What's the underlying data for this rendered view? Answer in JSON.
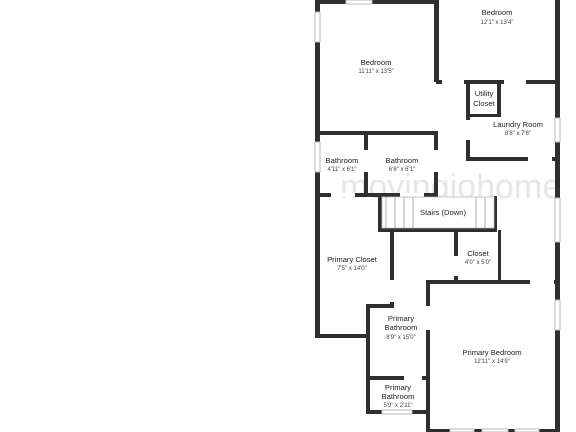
{
  "watermark": "movingiohome",
  "rooms": [
    {
      "id": "bedroom-top-right",
      "name": "Bedroom",
      "dims": "12'1\" x 13'4\""
    },
    {
      "id": "bedroom-left",
      "name": "Bedroom",
      "dims": "11'11\" x 13'5\""
    },
    {
      "id": "utility-closet",
      "name": "Utility\nCloset",
      "dims": ""
    },
    {
      "id": "laundry-room",
      "name": "Laundry Room",
      "dims": "8'8\" x 7'6\""
    },
    {
      "id": "bathroom-left",
      "name": "Bathroom",
      "dims": "4'11\" x 6'1\""
    },
    {
      "id": "bathroom-mid",
      "name": "Bathroom",
      "dims": "6'8\" x 6'1\""
    },
    {
      "id": "stairs",
      "name": "Stairs (Down)",
      "dims": ""
    },
    {
      "id": "closet",
      "name": "Closet",
      "dims": "4'0\" x 5'0\""
    },
    {
      "id": "primary-closet",
      "name": "Primary Closet",
      "dims": "7'5\" x 14'0\""
    },
    {
      "id": "primary-bathroom",
      "name": "Primary\nBathroom",
      "dims": "8'9\" x 15'0\""
    },
    {
      "id": "primary-bedroom",
      "name": "Primary Bedroom",
      "dims": "12'11\" x 14'9\""
    },
    {
      "id": "primary-bathroom-small",
      "name": "Primary\nBathroom",
      "dims": "5'9\" x 2'11\""
    }
  ]
}
